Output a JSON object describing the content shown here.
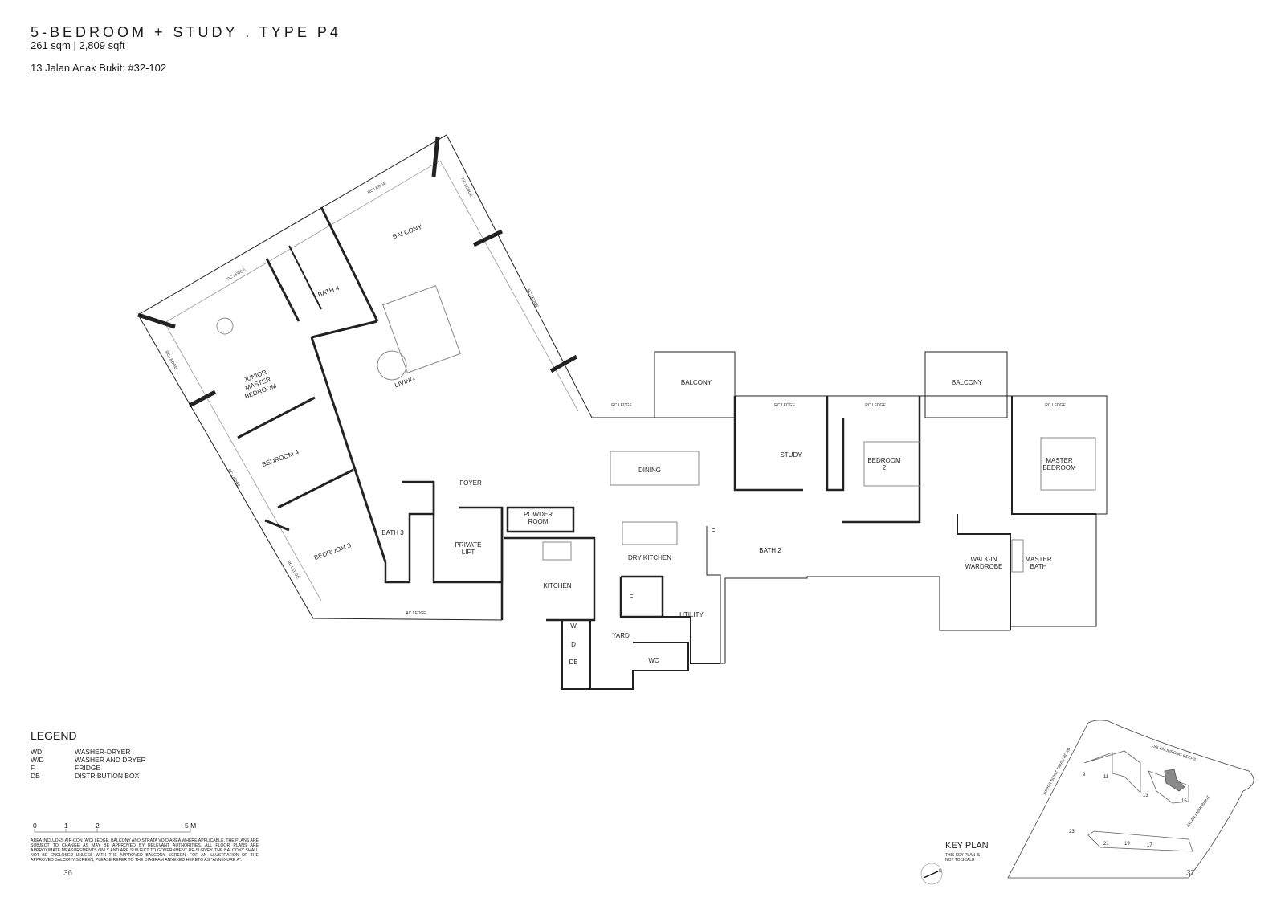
{
  "header": {
    "title": "5-BEDROOM + STUDY . TYPE P4",
    "area": "261 sqm | 2,809 sqft",
    "address": "13 Jalan Anak Bukit: #32-102"
  },
  "rooms": {
    "balcony_living": "BALCONY",
    "bath4": "BATH 4",
    "junior_master_1": "JUNIOR",
    "junior_master_2": "MASTER",
    "junior_master_3": "BEDROOM",
    "living": "LIVING",
    "bedroom4": "BEDROOM 4",
    "bedroom3": "BEDROOM 3",
    "bath3": "BATH 3",
    "foyer": "FOYER",
    "private_lift_1": "PRIVATE",
    "private_lift_2": "LIFT",
    "powder_1": "POWDER",
    "powder_2": "ROOM",
    "balcony_dining": "BALCONY",
    "dining": "DINING",
    "study": "STUDY",
    "bedroom2_1": "BEDROOM",
    "bedroom2_2": "2",
    "balcony_master": "BALCONY",
    "master_bedroom_1": "MASTER",
    "master_bedroom_2": "BEDROOM",
    "dry_kitchen": "DRY KITCHEN",
    "fridge_dry": "F",
    "fridge_kitchen": "F",
    "bath2": "BATH 2",
    "walkin_1": "WALK-IN",
    "walkin_2": "WARDROBE",
    "master_bath_1": "MASTER",
    "master_bath_2": "BATH",
    "kitchen": "KITCHEN",
    "utility": "UTILITY",
    "yard": "YARD",
    "washer": "W",
    "dryer": "D",
    "db": "DB",
    "wc": "WC",
    "ac_ledge": "AC LEDGE",
    "rc_ledge": "RC LEDGE"
  },
  "legend": {
    "title": "LEGEND",
    "items": [
      {
        "key": "WD",
        "value": "WASHER-DRYER"
      },
      {
        "key": "W/D",
        "value": "WASHER AND DRYER"
      },
      {
        "key": "F",
        "value": "FRIDGE"
      },
      {
        "key": "DB",
        "value": "DISTRIBUTION BOX"
      }
    ]
  },
  "scale": {
    "labels": [
      "0",
      "1",
      "2",
      "5 M"
    ]
  },
  "disclaimer": "AREA INCLUDES AIR-CON (A/C) LEDGE, BALCONY AND STRATA VOID AREA WHERE APPLICABLE. THE PLANS ARE SUBJECT TO CHANGE AS MAY BE APPROVED BY RELEVANT AUTHORITIES. ALL FLOOR PLANS ARE APPROXIMATE MEASUREMENTS ONLY AND ARE SUBJECT TO GOVERNMENT RE-SURVEY. THE BALCONY SHALL NOT BE ENCLOSED UNLESS WITH THE APPROVED BALCONY SCREEN. FOR AN ILLUSTRATION OF THE APPROVED BALCONY SCREEN, PLEASE REFER TO THE DIAGRAM ANNEXED HERETO AS \"ANNEXURE A\".",
  "key_plan": {
    "title": "KEY PLAN",
    "note_1": "THIS KEY PLAN IS",
    "note_2": "NOT TO SCALE",
    "north": "N",
    "roads": [
      "JALAN JURONG KECHIL",
      "UPPER BUKIT TIMAH ROAD",
      "JALAN ANAK BUKIT"
    ],
    "blocks": [
      "9",
      "11",
      "13",
      "15",
      "23",
      "21",
      "19",
      "17"
    ],
    "highlight_color": "#8a8a8a"
  },
  "pages": {
    "left": "36",
    "right": "37"
  }
}
